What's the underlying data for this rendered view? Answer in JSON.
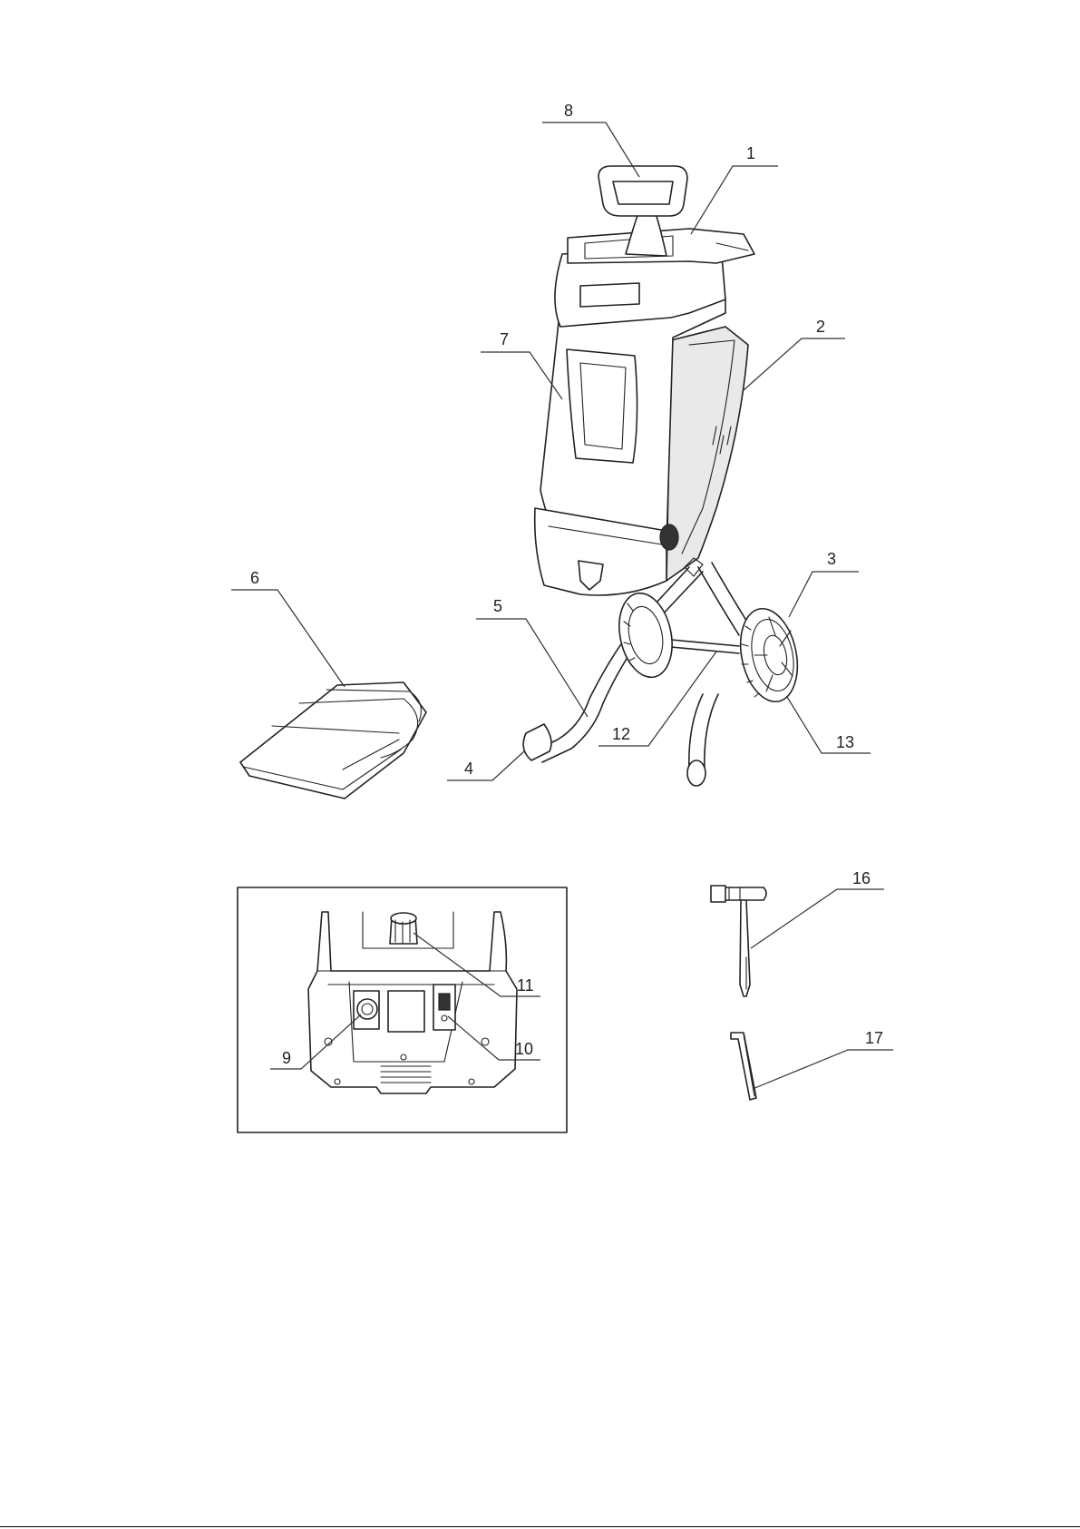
{
  "callouts": [
    {
      "id": "c8",
      "label": "8"
    },
    {
      "id": "c1",
      "label": "1"
    },
    {
      "id": "c7",
      "label": "7"
    },
    {
      "id": "c2",
      "label": "2"
    },
    {
      "id": "c6",
      "label": "6"
    },
    {
      "id": "c3",
      "label": "3"
    },
    {
      "id": "c5",
      "label": "5"
    },
    {
      "id": "c12",
      "label": "12"
    },
    {
      "id": "c13",
      "label": "13"
    },
    {
      "id": "c4",
      "label": "4"
    },
    {
      "id": "c16",
      "label": "16"
    },
    {
      "id": "c11",
      "label": "11"
    },
    {
      "id": "c17",
      "label": "17"
    },
    {
      "id": "c9",
      "label": "9"
    },
    {
      "id": "c10",
      "label": "10"
    }
  ]
}
